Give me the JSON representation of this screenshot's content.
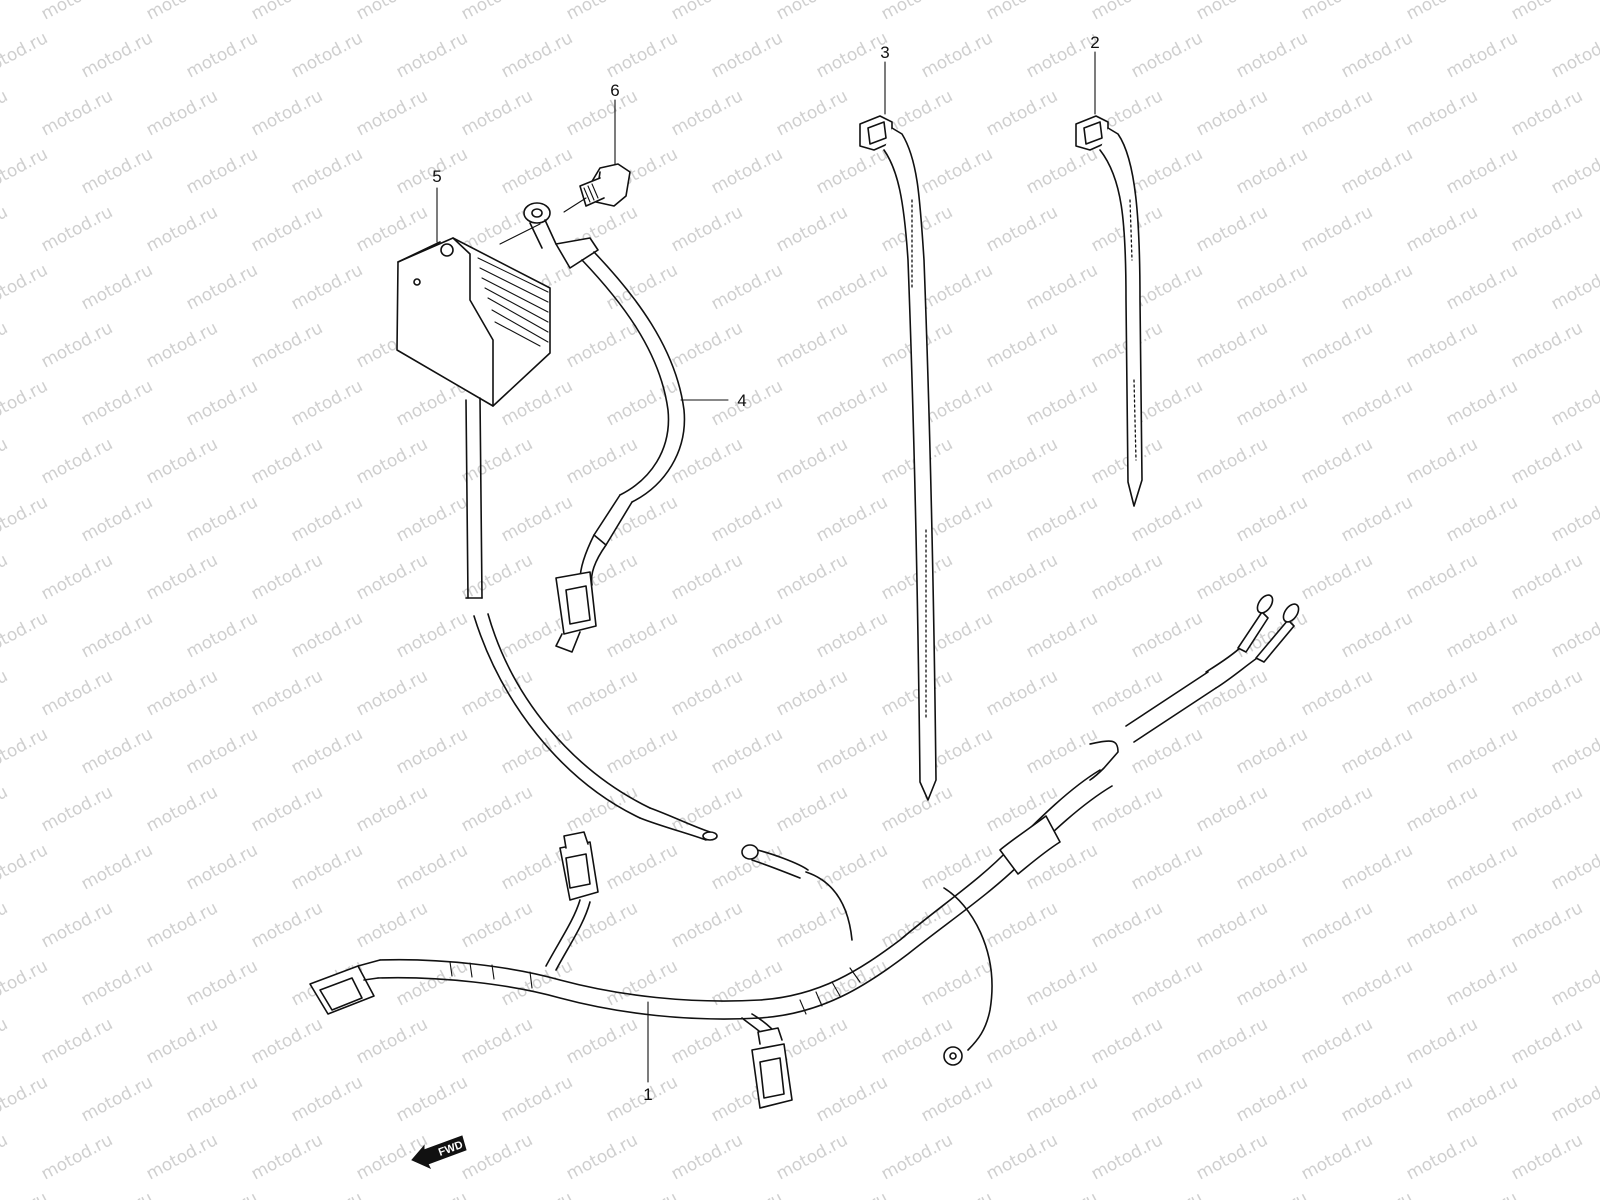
{
  "watermark": "motod.ru",
  "callouts": {
    "p1": "1",
    "p2": "2",
    "p3": "3",
    "p4": "4",
    "p5": "5",
    "p6": "6"
  },
  "direction_indicator": "FWD",
  "colors": {
    "line": "#111111",
    "watermark": "#cfcfcf",
    "background": "#ffffff"
  }
}
